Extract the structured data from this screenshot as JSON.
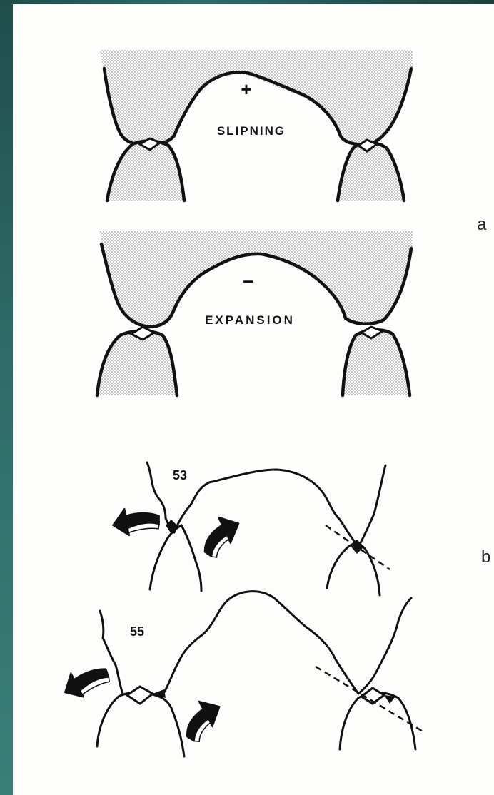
{
  "panel_a": {
    "label": "a",
    "top": {
      "sign": "+",
      "text": "SLIPNING"
    },
    "bottom": {
      "sign": "–",
      "text": "EXPANSION"
    }
  },
  "panel_b": {
    "label": "b",
    "top": {
      "number": "53"
    },
    "bottom": {
      "number": "55"
    }
  }
}
